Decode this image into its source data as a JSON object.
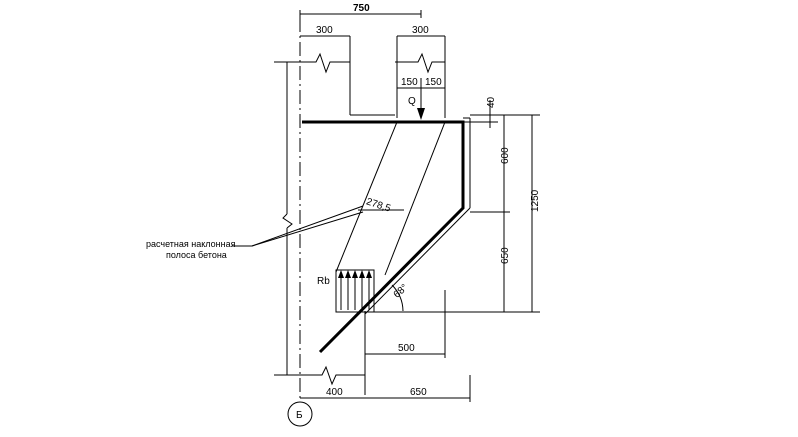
{
  "dimensions": {
    "top_total": "750",
    "top_left": "300",
    "top_right": "300",
    "half_left": "150",
    "half_right": "150",
    "gap_top": "40",
    "right_upper": "600",
    "right_lower": "650",
    "right_total": "1250",
    "strip_width": "278,5",
    "bottom_inner": "500",
    "bottom_left": "400",
    "bottom_right": "650"
  },
  "labels": {
    "load": "Q",
    "reaction": "Rb",
    "angle": "68°",
    "axis_marker": "Б",
    "note_line1": "расчетная наклонная",
    "note_line2": "полоса бетона"
  }
}
